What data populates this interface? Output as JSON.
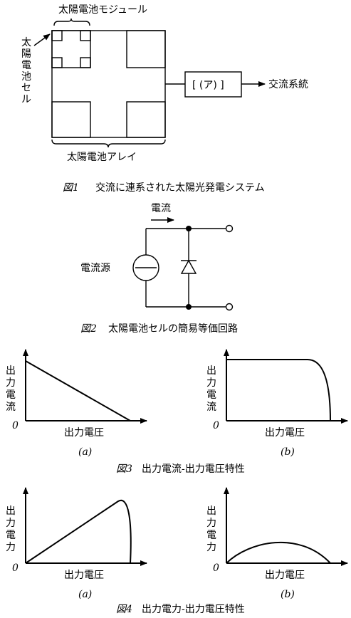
{
  "fig1": {
    "module_label": "太陽電池モジュール",
    "cell_label": "太陽電池セル",
    "array_label": "太陽電池アレイ",
    "box_label": "[ (ア) ]",
    "grid_label": "交流系統",
    "caption_num": "図1",
    "caption_text": "交流に連系された太陽光発電システム"
  },
  "fig2": {
    "current_label": "電流",
    "source_label": "電流源",
    "caption_num": "図2",
    "caption_text": "太陽電池セルの簡易等価回路"
  },
  "fig3": {
    "ylabel": "出力電流",
    "xlabel": "出力電圧",
    "origin": "0",
    "sub_a": "(a)",
    "sub_b": "(b)",
    "caption_num": "図3",
    "caption_text": "出力電流-出力電圧特性"
  },
  "fig4": {
    "ylabel": "出力電力",
    "xlabel": "出力電圧",
    "origin": "0",
    "sub_a": "(a)",
    "sub_b": "(b)",
    "caption_num": "図4",
    "caption_text": "出力電力-出力電圧特性"
  }
}
